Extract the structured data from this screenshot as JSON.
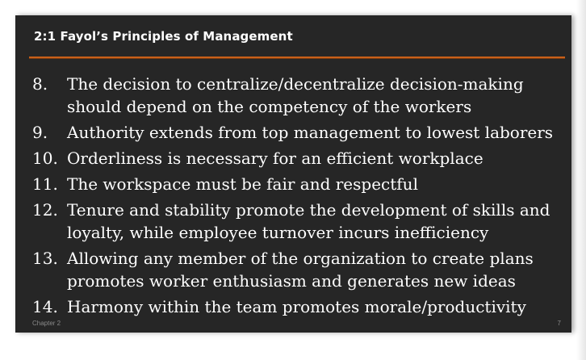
{
  "slide": {
    "title": "2:1  Fayol’s Principles of Management",
    "items": [
      {
        "number": "8.",
        "text": "The decision to centralize/decentralize decision-making should depend on the competency of the workers"
      },
      {
        "number": "9.",
        "text": "Authority extends from top management to lowest laborers"
      },
      {
        "number": "10.",
        "text": "Orderliness is necessary for an efficient workplace"
      },
      {
        "number": "11.",
        "text": "The workspace must be fair and respectful"
      },
      {
        "number": "12.",
        "text": "Tenure and stability promote the development of skills and loyalty, while employee turnover incurs inefficiency"
      },
      {
        "number": "13.",
        "text": "Allowing any member of the organization to create plans promotes worker enthusiasm and generates new ideas"
      },
      {
        "number": "14.",
        "text": "Harmony within the team promotes morale/productivity"
      }
    ],
    "footer_left": "Chapter 2",
    "footer_right": "7"
  },
  "colors": {
    "slide_background": "#262626",
    "title_rule": "#c8601a",
    "text": "#ffffff",
    "footer_text": "#8a8a8a"
  }
}
